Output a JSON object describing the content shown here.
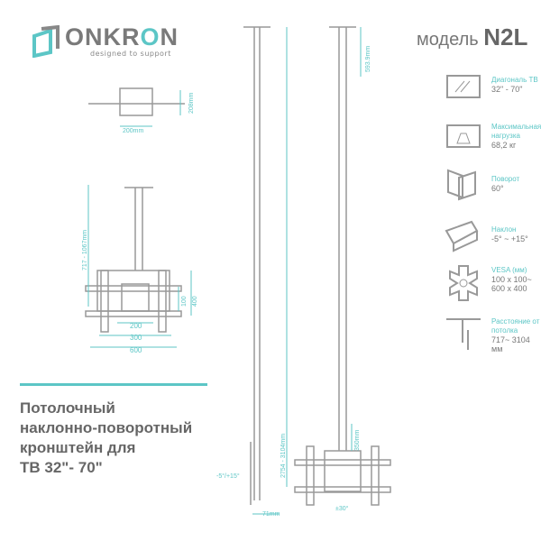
{
  "brand": {
    "name_prefix": "ONKR",
    "name_o": "O",
    "name_suffix": "N",
    "tagline": "designed to support",
    "accent": "#5cc6c6"
  },
  "model": {
    "label": "модель",
    "code": "N2L"
  },
  "specs": [
    {
      "icon": "tv-diagonal-icon",
      "label": "Диагональ ТВ",
      "value": "32\" - 70\""
    },
    {
      "icon": "weight-icon",
      "label": "Максимальная нагрузка",
      "value": "68,2 кг"
    },
    {
      "icon": "swivel-icon",
      "label": "Поворот",
      "value": "60°"
    },
    {
      "icon": "tilt-icon",
      "label": "Наклон",
      "value": "-5° ~ +15°"
    },
    {
      "icon": "vesa-icon",
      "label": "VESA (мм)",
      "value": "100 x 100~ 600 x 400"
    },
    {
      "icon": "ceiling-distance-icon",
      "label": "Расстояние от потолка",
      "value": "717~ 3104 мм"
    }
  ],
  "title": [
    "Потолочный",
    "наклонно-поворотный",
    "кронштейн для",
    "ТВ 32\"- 70\""
  ],
  "dims": {
    "plate_w": "200mm",
    "plate_h": "208mm",
    "range_short": "717 - 1067mm",
    "vesa_200": "200",
    "vesa_300": "300",
    "vesa_600": "600",
    "vesa_100": "100",
    "vesa_400": "400",
    "top": "593.9mm",
    "range_long": "2754 - 3104mm",
    "arm": "350mm",
    "tilt": "-5°/+15°",
    "depth": "71mm",
    "swivel": "±30°"
  }
}
